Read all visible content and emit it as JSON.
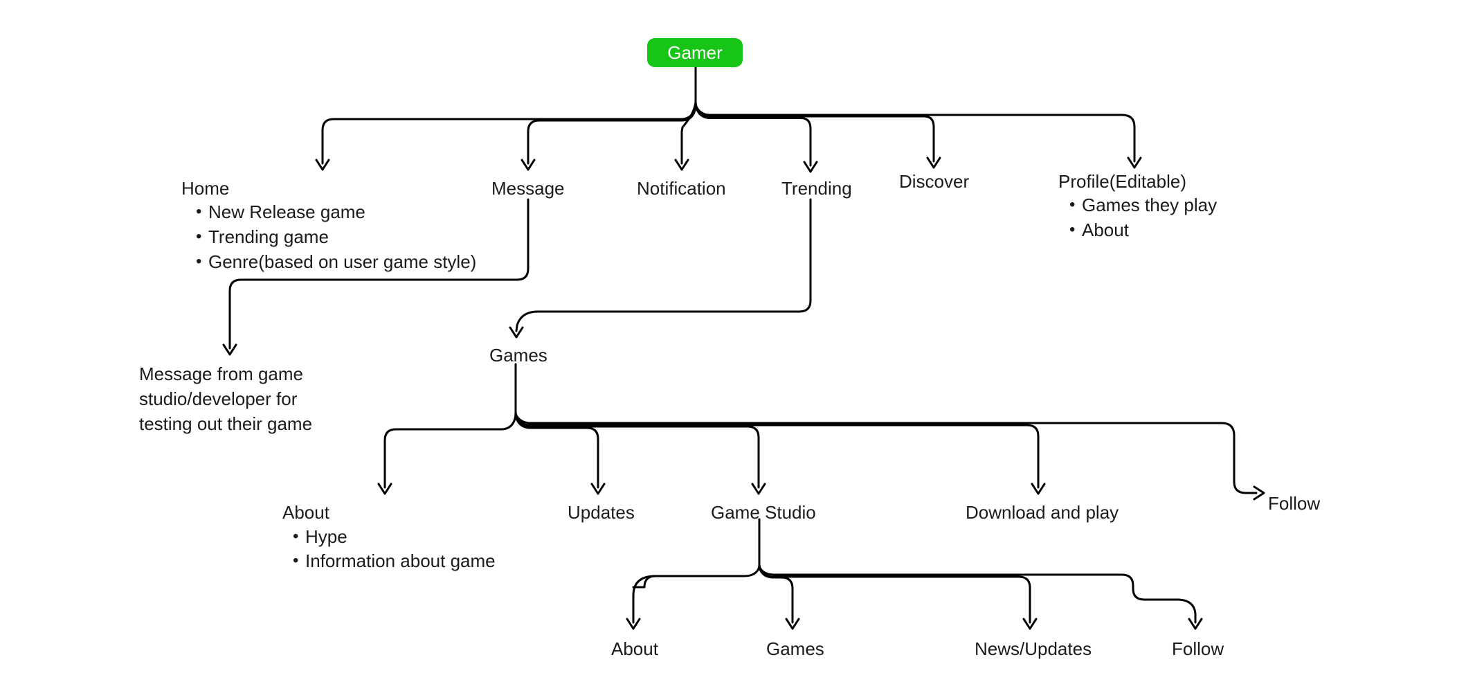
{
  "root": {
    "label": "Gamer"
  },
  "colors": {
    "node_green": "#17c517",
    "node_text": "#ffffff",
    "line": "#000000",
    "text": "#1b1b1d",
    "background": "#ffffff"
  },
  "level1": {
    "home": {
      "label": "Home",
      "bullets": [
        "New Release game",
        "Trending game",
        "Genre(based on user game style)"
      ]
    },
    "message": {
      "label": "Message"
    },
    "notification": {
      "label": "Notification"
    },
    "trending": {
      "label": "Trending"
    },
    "discover": {
      "label": "Discover"
    },
    "profile": {
      "label": "Profile(Editable)",
      "bullets": [
        "Games they play",
        "About"
      ]
    }
  },
  "message_note": {
    "line1": "Message from game",
    "line2": "studio/developer for",
    "line3": "testing out their game"
  },
  "games": {
    "label": "Games",
    "children": {
      "about": {
        "label": "About",
        "bullets": [
          "Hype",
          "Information about game"
        ]
      },
      "updates": {
        "label": "Updates"
      },
      "game_studio": {
        "label": "Game Studio"
      },
      "download": {
        "label": "Download and play"
      },
      "follow": {
        "label": "Follow"
      }
    }
  },
  "game_studio": {
    "children": {
      "about": {
        "label": "About"
      },
      "games": {
        "label": "Games"
      },
      "news_updates": {
        "label": "News/Updates"
      },
      "follow": {
        "label": "Follow"
      }
    }
  }
}
